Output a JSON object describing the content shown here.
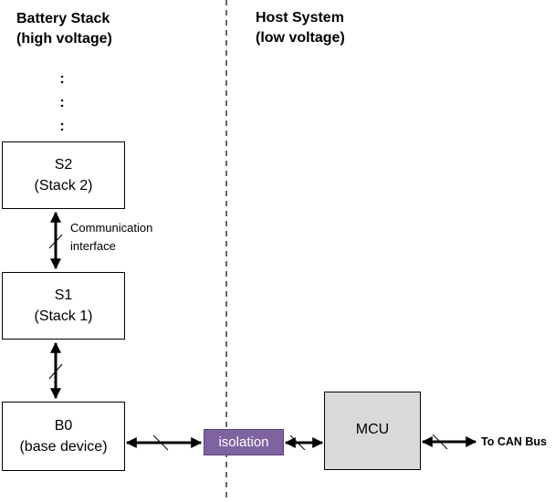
{
  "battery_stack": {
    "title": "Battery Stack",
    "subtitle": "(high voltage)",
    "continuation": [
      ":",
      ":",
      ":"
    ]
  },
  "host_system": {
    "title": "Host System",
    "subtitle": "(low voltage)"
  },
  "nodes": {
    "s2": {
      "name": "S2",
      "desc": "(Stack 2)"
    },
    "s1": {
      "name": "S1",
      "desc": "(Stack 1)"
    },
    "b0": {
      "name": "B0",
      "desc": "(base device)"
    },
    "isolation": {
      "label": "isolation",
      "color": "#7f63a1"
    },
    "mcu": {
      "label": "MCU",
      "color": "#d9d9d9"
    }
  },
  "links": {
    "communication_interface": [
      "Communication",
      "interface"
    ],
    "can_bus": "To CAN Bus"
  },
  "divider": {
    "style": "dashed"
  }
}
